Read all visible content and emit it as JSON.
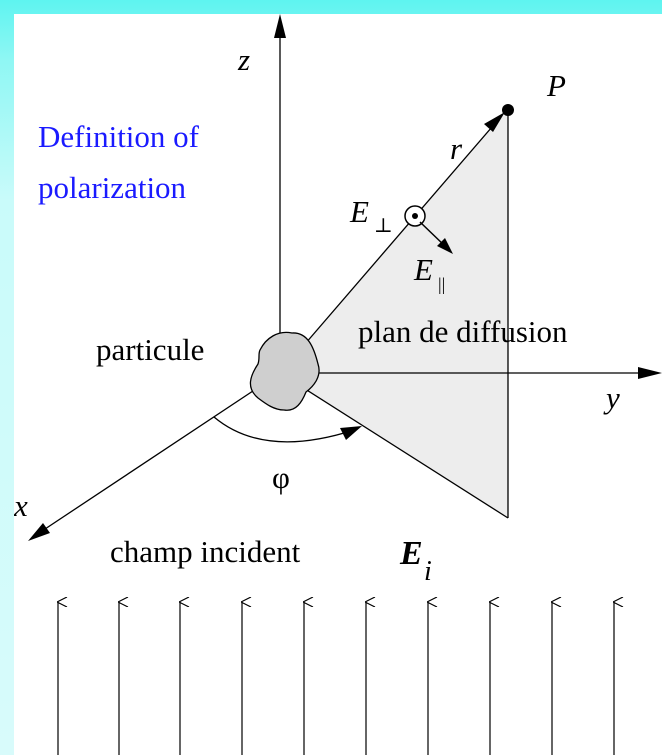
{
  "title_line1": "Definition of",
  "title_line2": "polarization",
  "axis_z": "z",
  "axis_y": "y",
  "axis_x": "x",
  "point_p": "P",
  "radius_r": "r",
  "e_perp": "E",
  "e_perp_sub": "⊥",
  "e_par": "E",
  "e_par_sub": "||",
  "particle_label": "particule",
  "plane_label": "plan de diffusion",
  "angle_phi": "φ",
  "incident_label": "champ incident",
  "incident_e": "E",
  "incident_sub": "i",
  "colors": {
    "title": "#1a1aff",
    "frame": "#6ff5f2",
    "plane_fill": "#ededed",
    "particle_fill": "#cfcfcf"
  }
}
